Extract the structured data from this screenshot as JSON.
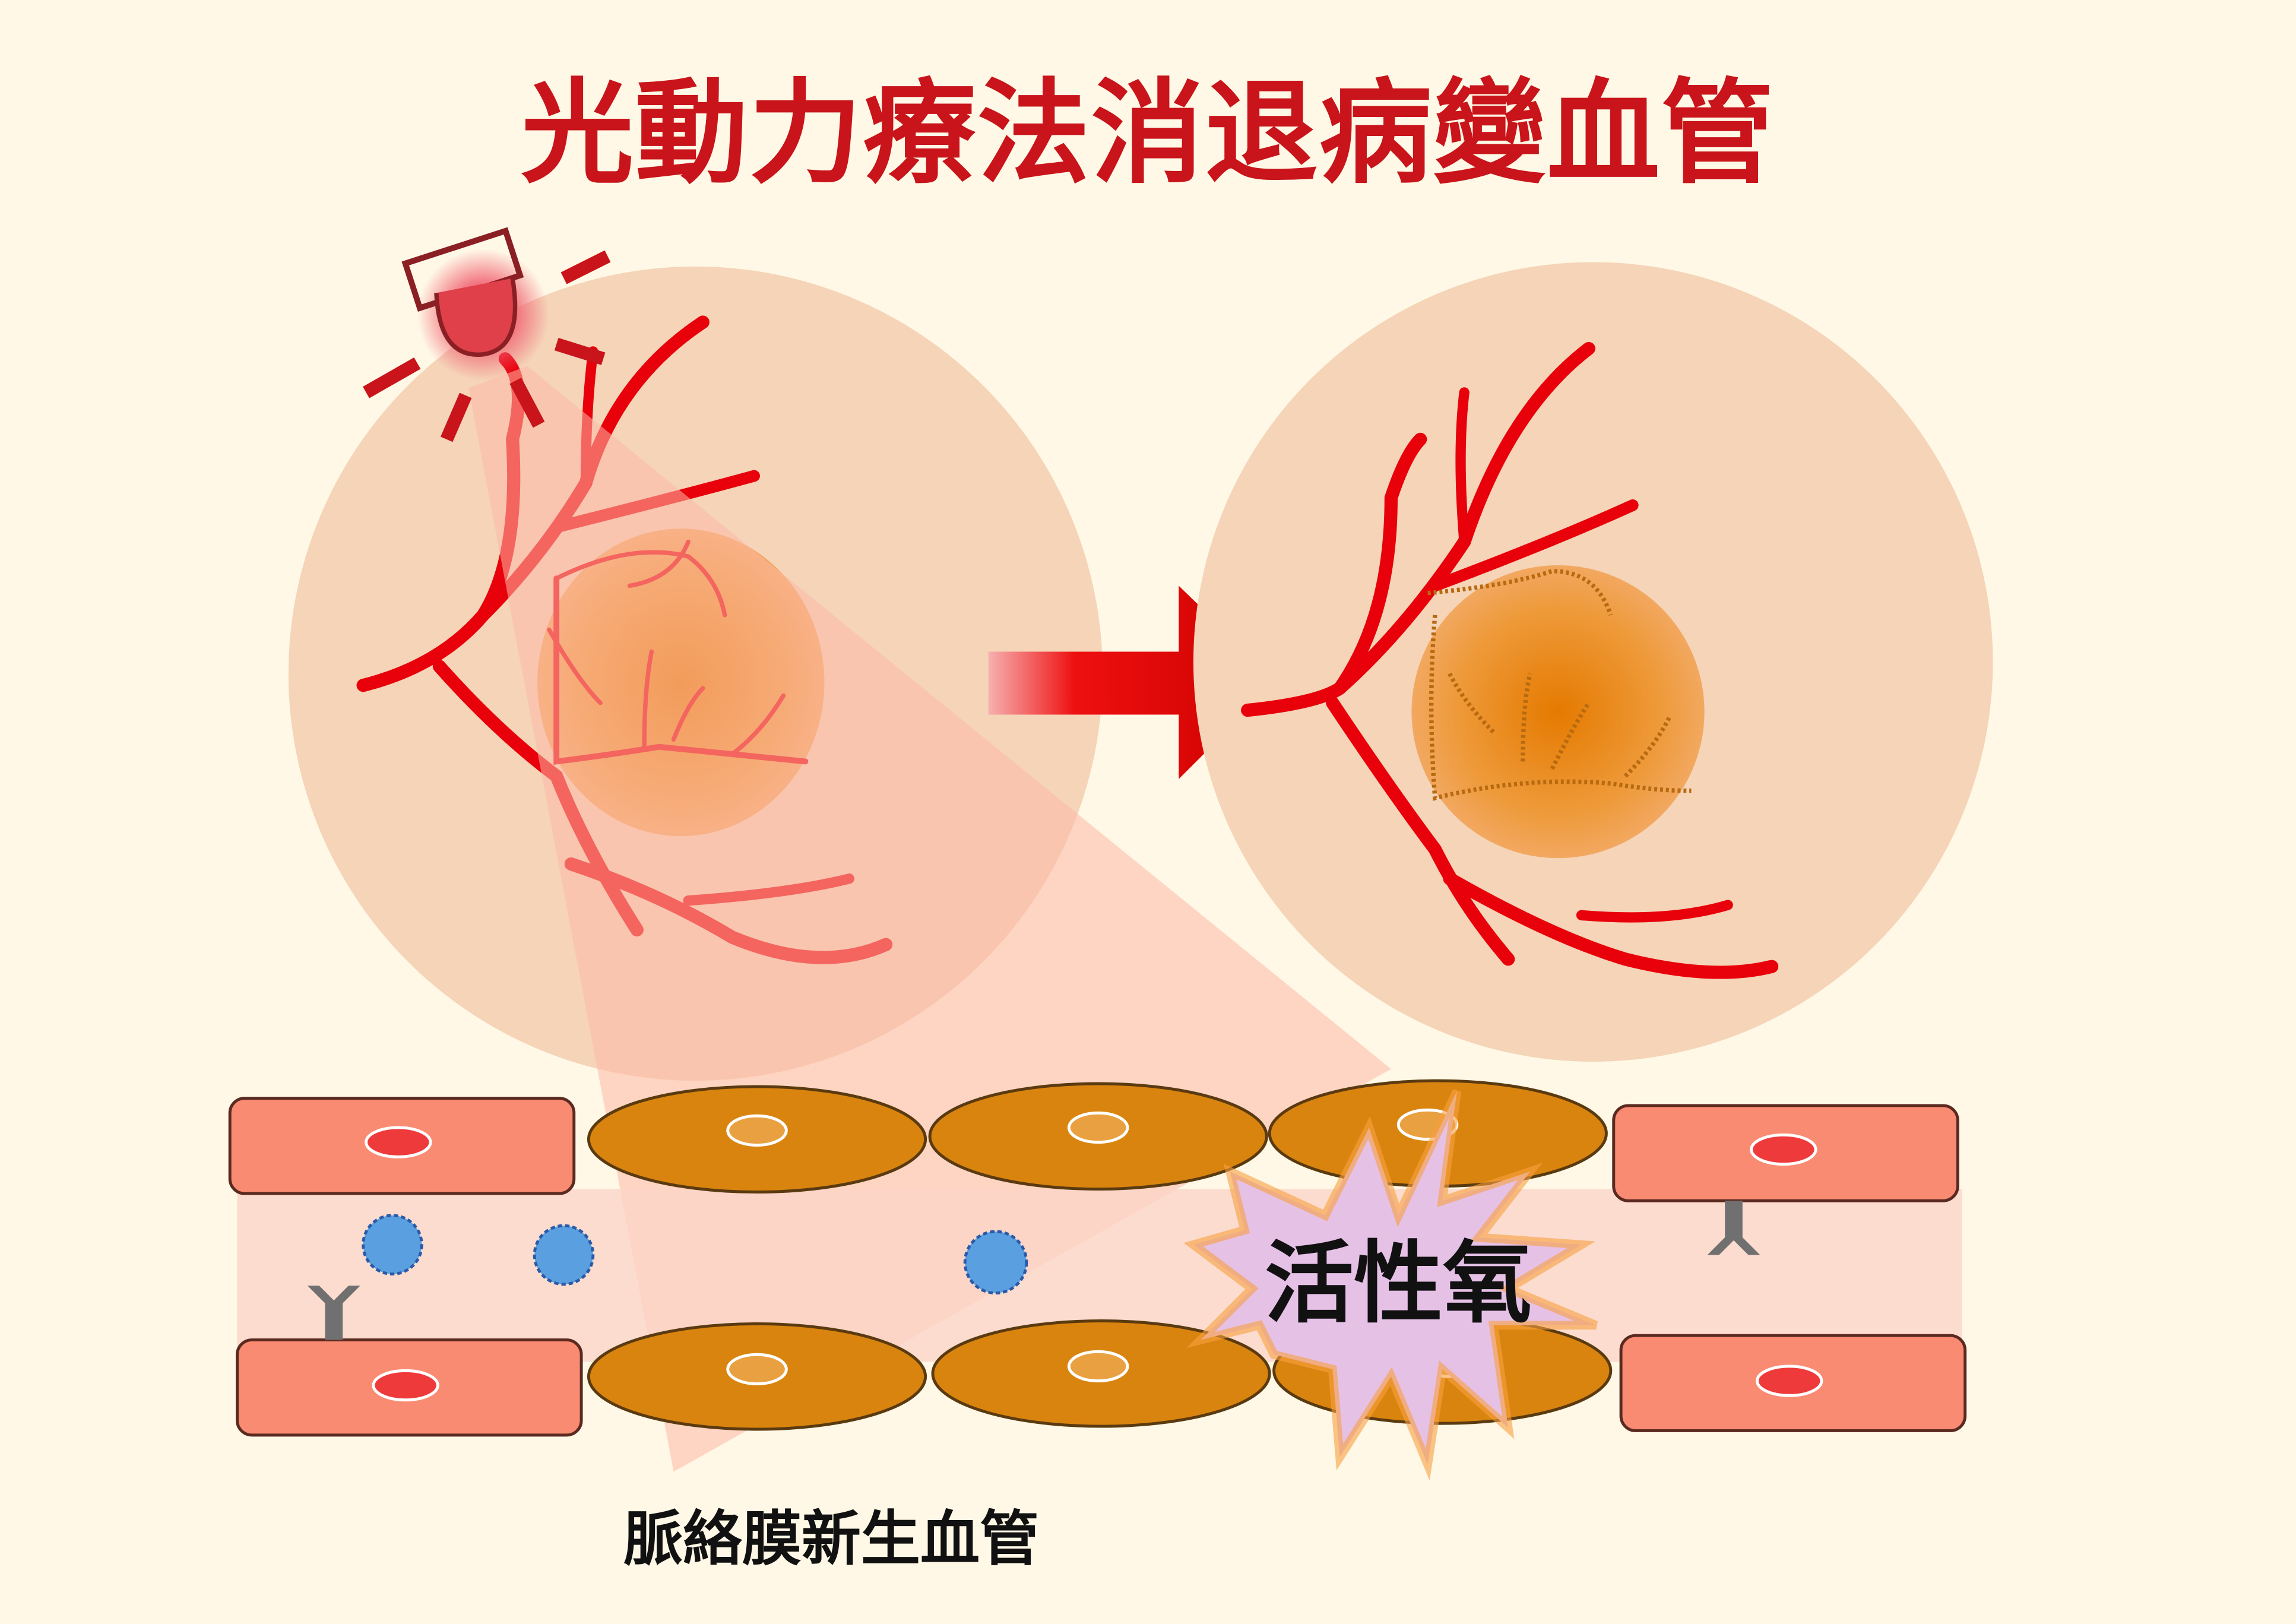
{
  "title": "光動力療法消退病變血管",
  "labels": {
    "reactive_oxygen": "活性氧",
    "choroidal_neovascularization": "脈絡膜新生血管"
  },
  "colors": {
    "background": "#fff8e6",
    "title": "#c8141a",
    "vessel": "#e8000a",
    "retina": "#f5d4b8",
    "macula": "#e8860f",
    "endothelial_cell": "#f98b72",
    "neovascular_cell": "#d9840e",
    "ros_burst": "#e6c1e6"
  },
  "icons": [
    "laser-light-icon",
    "arrow-right-icon",
    "photosensitizer-particle-icon",
    "receptor-icon"
  ]
}
